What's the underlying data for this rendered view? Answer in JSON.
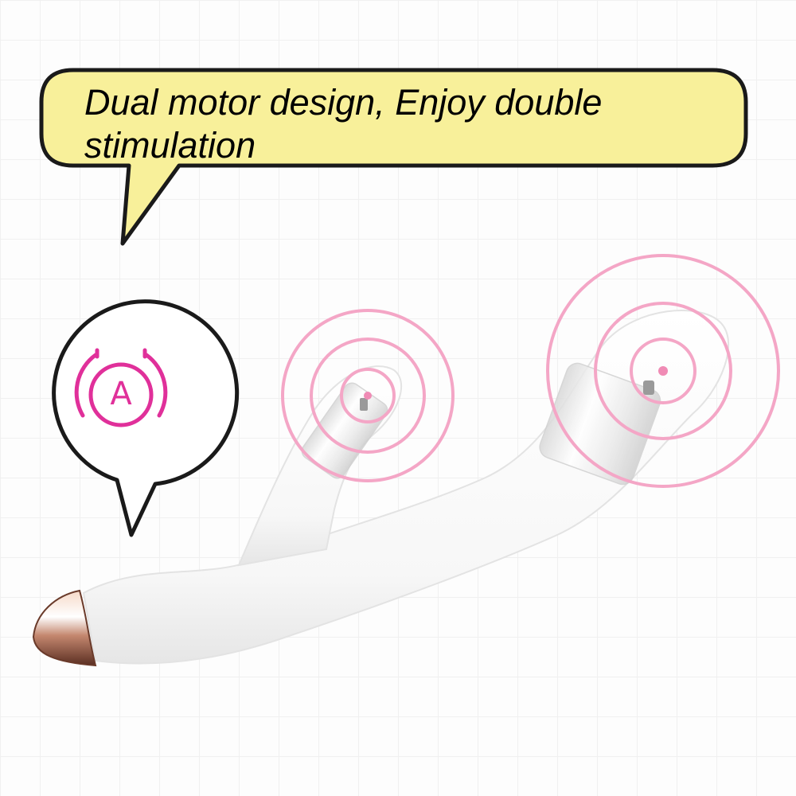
{
  "caption": {
    "line1": "Dual motor design, Enjoy double",
    "line2": "stimulation"
  },
  "mode_icon": {
    "letter": "A",
    "icon_name": "auto-mode-icon"
  },
  "colors": {
    "speech_bubble_fill": "#f8f09a",
    "outline": "#1a1a1a",
    "accent_pink": "#e0309a",
    "vibration_rings": "#f4a6c6",
    "device_body": "#ffffff",
    "tip_metal": "#c9907a"
  },
  "icons": [
    "speech-bubble-icon",
    "auto-mode-icon",
    "vibration-ring-icon",
    "motor-icon"
  ]
}
